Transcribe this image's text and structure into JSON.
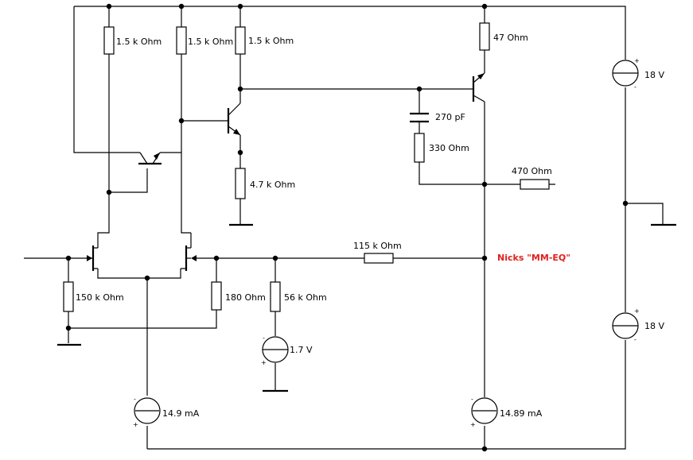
{
  "diagram": {
    "title": "Nicks \"MM-EQ\"",
    "components": {
      "r1": "1.5 k Ohm",
      "r2": "1.5 k Ohm",
      "r3": "1.5 k Ohm",
      "r4": "47  Ohm",
      "r5": "4.7 k Ohm",
      "r6": "150 k Ohm",
      "r7": "180  Ohm",
      "r8": "56 k Ohm",
      "r9": "115 k Ohm",
      "r10": "330  Ohm",
      "r11": "470  Ohm",
      "c1": "270 pF",
      "v1": "1.7 V",
      "v2": "18 V",
      "v3": "18 V",
      "i1": "14.9 mA",
      "i2": "14.89 mA"
    },
    "polarity": {
      "plus": "+",
      "minus": "-"
    }
  }
}
